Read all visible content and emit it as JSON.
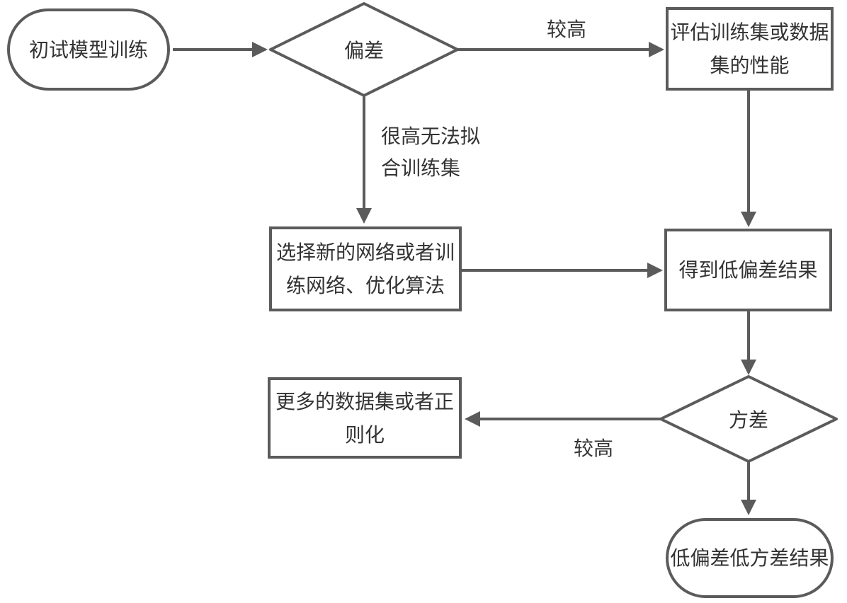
{
  "diagram": {
    "type": "flowchart",
    "background_color": "#ffffff",
    "stroke_color": "#5b5b5b",
    "text_color": "#333333",
    "nodes": {
      "start": {
        "shape": "terminator",
        "label": "初试模型训练"
      },
      "bias": {
        "shape": "decision",
        "label": "偏差"
      },
      "evaluate": {
        "shape": "process",
        "lines": [
          "评估训练集或数据",
          "集的性能"
        ]
      },
      "new_network": {
        "shape": "process",
        "lines": [
          "选择新的网络或者训",
          "练网络、优化算法"
        ]
      },
      "low_bias": {
        "shape": "process",
        "label": "得到低偏差结果"
      },
      "variance": {
        "shape": "decision",
        "label": "方差"
      },
      "more_data": {
        "shape": "process",
        "lines": [
          "更多的数据集或者正",
          "则化"
        ]
      },
      "end": {
        "shape": "terminator",
        "label": "低偏差低方差结果"
      }
    },
    "edge_labels": {
      "bias_high": "较高",
      "bias_very_high_lines": [
        "很高无法拟",
        "合训练集"
      ],
      "variance_high": "较高"
    }
  }
}
